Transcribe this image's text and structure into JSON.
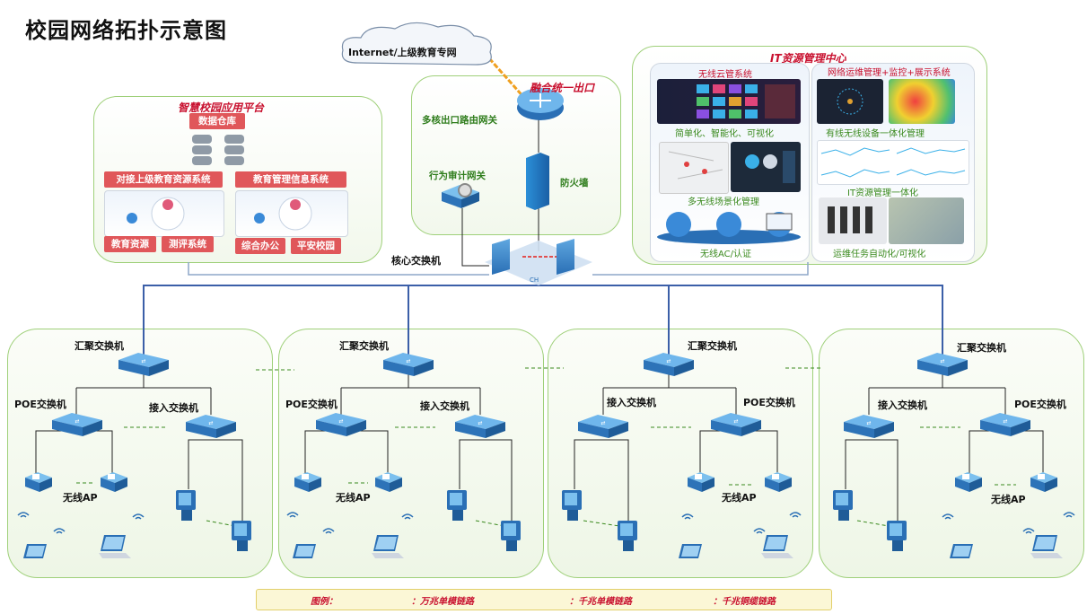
{
  "title": "校园网络拓扑示意图",
  "cloud": "Internet/上级教育专网",
  "platform": {
    "title": "智慧校园应用平台",
    "datawarehouse": "数据仓库",
    "edu_resource_system": "对接上级教育资源系统",
    "edu_mgmt_system": "教育管理信息系统",
    "edu_resource": "教育资源",
    "eval_system": "测评系统",
    "office": "综合办公",
    "safe_campus": "平安校园"
  },
  "exit": {
    "title": "融合统一出口",
    "router": "多核出口路由网关",
    "audit": "行为审计网关",
    "firewall": "防火墙"
  },
  "it_center": {
    "title": "IT资源管理中心",
    "wireless_cloud": "无线云管系统",
    "ops_system": "网络运维管理+监控+展示系统",
    "simplify": "简单化、智能化、可视化",
    "unified": "有线无线设备一体化管理",
    "multi_scene": "多无线场景化管理",
    "it_unified": "IT资源管理一体化",
    "ac_auth": "无线AC/认证",
    "ops_auto": "运维任务自动化/可视化"
  },
  "core_switch": "核心交换机",
  "zones": [
    {
      "agg": "汇聚交换机",
      "poe": "POE交换机",
      "access": "接入交换机",
      "ap": "无线AP"
    },
    {
      "agg": "汇聚交换机",
      "poe": "POE交换机",
      "access": "接入交换机",
      "ap": "无线AP"
    },
    {
      "agg": "汇聚交换机",
      "poe": "POE交换机",
      "access": "接入交换机",
      "ap": "无线AP"
    },
    {
      "agg": "汇聚交换机",
      "poe": "POE交换机",
      "access": "接入交换机",
      "ap": "无线AP"
    }
  ],
  "legend": {
    "label": "图例：",
    "ten_g": "：万兆单模链路",
    "gig_single": "：千兆单模链路",
    "gig_copper": "：千兆铜缆链路"
  },
  "colors": {
    "ten_g": "#3b5fa8",
    "gig_single": "#8ea7c9",
    "gig_copper": "#222222",
    "panel_border": "#9fd07a",
    "title_red": "#c8102e"
  }
}
